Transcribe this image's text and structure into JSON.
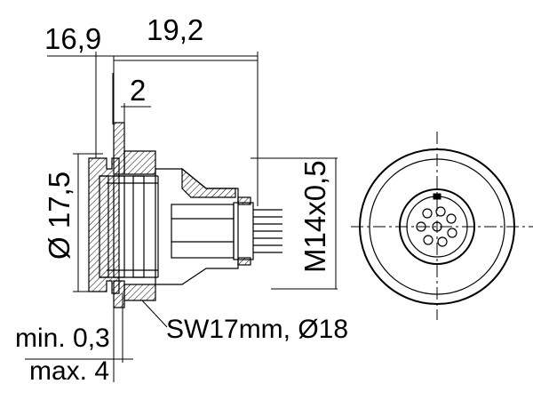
{
  "drawing": {
    "line_color": "#000000",
    "hatch_color": "#000000",
    "background": "#ffffff"
  },
  "dimensions": {
    "overall_left": "16,9",
    "overall_right": "19,2",
    "wall": "2",
    "diameter_outer": "Ø 17,5",
    "thread": "M14x0,5",
    "wrench": "SW17mm, Ø18",
    "panel_min": "min. 0,3",
    "panel_max": "max. 4"
  }
}
